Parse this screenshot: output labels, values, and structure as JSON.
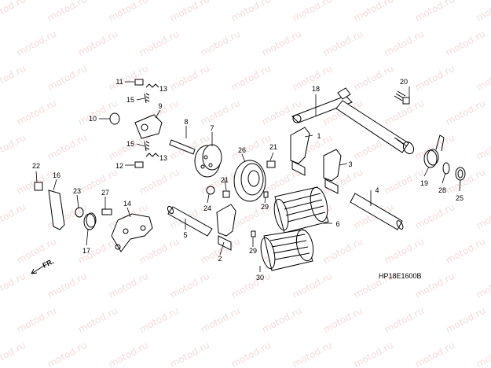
{
  "diagram": {
    "code": "HP18E1600B",
    "direction_label": "FR.",
    "watermark_text": "motod.ru",
    "callouts": [
      {
        "id": "c1",
        "label": "1"
      },
      {
        "id": "c2",
        "label": "2"
      },
      {
        "id": "c3",
        "label": "3"
      },
      {
        "id": "c4",
        "label": "4"
      },
      {
        "id": "c5",
        "label": "5"
      },
      {
        "id": "c6",
        "label": "6"
      },
      {
        "id": "c7",
        "label": "7"
      },
      {
        "id": "c8",
        "label": "8"
      },
      {
        "id": "c9",
        "label": "9"
      },
      {
        "id": "c10",
        "label": "10"
      },
      {
        "id": "c11",
        "label": "11"
      },
      {
        "id": "c12",
        "label": "12"
      },
      {
        "id": "c13a",
        "label": "13"
      },
      {
        "id": "c13b",
        "label": "13"
      },
      {
        "id": "c14",
        "label": "14"
      },
      {
        "id": "c15a",
        "label": "15"
      },
      {
        "id": "c15b",
        "label": "15"
      },
      {
        "id": "c16",
        "label": "16"
      },
      {
        "id": "c17",
        "label": "17"
      },
      {
        "id": "c18",
        "label": "18"
      },
      {
        "id": "c19",
        "label": "19"
      },
      {
        "id": "c20",
        "label": "20"
      },
      {
        "id": "c21a",
        "label": "21"
      },
      {
        "id": "c21b",
        "label": "21"
      },
      {
        "id": "c22",
        "label": "22"
      },
      {
        "id": "c23",
        "label": "23"
      },
      {
        "id": "c24",
        "label": "24"
      },
      {
        "id": "c25",
        "label": "25"
      },
      {
        "id": "c26",
        "label": "26"
      },
      {
        "id": "c27",
        "label": "27"
      },
      {
        "id": "c28",
        "label": "28"
      },
      {
        "id": "c29a",
        "label": "29"
      },
      {
        "id": "c29b",
        "label": "29"
      },
      {
        "id": "c30",
        "label": "30"
      }
    ]
  }
}
